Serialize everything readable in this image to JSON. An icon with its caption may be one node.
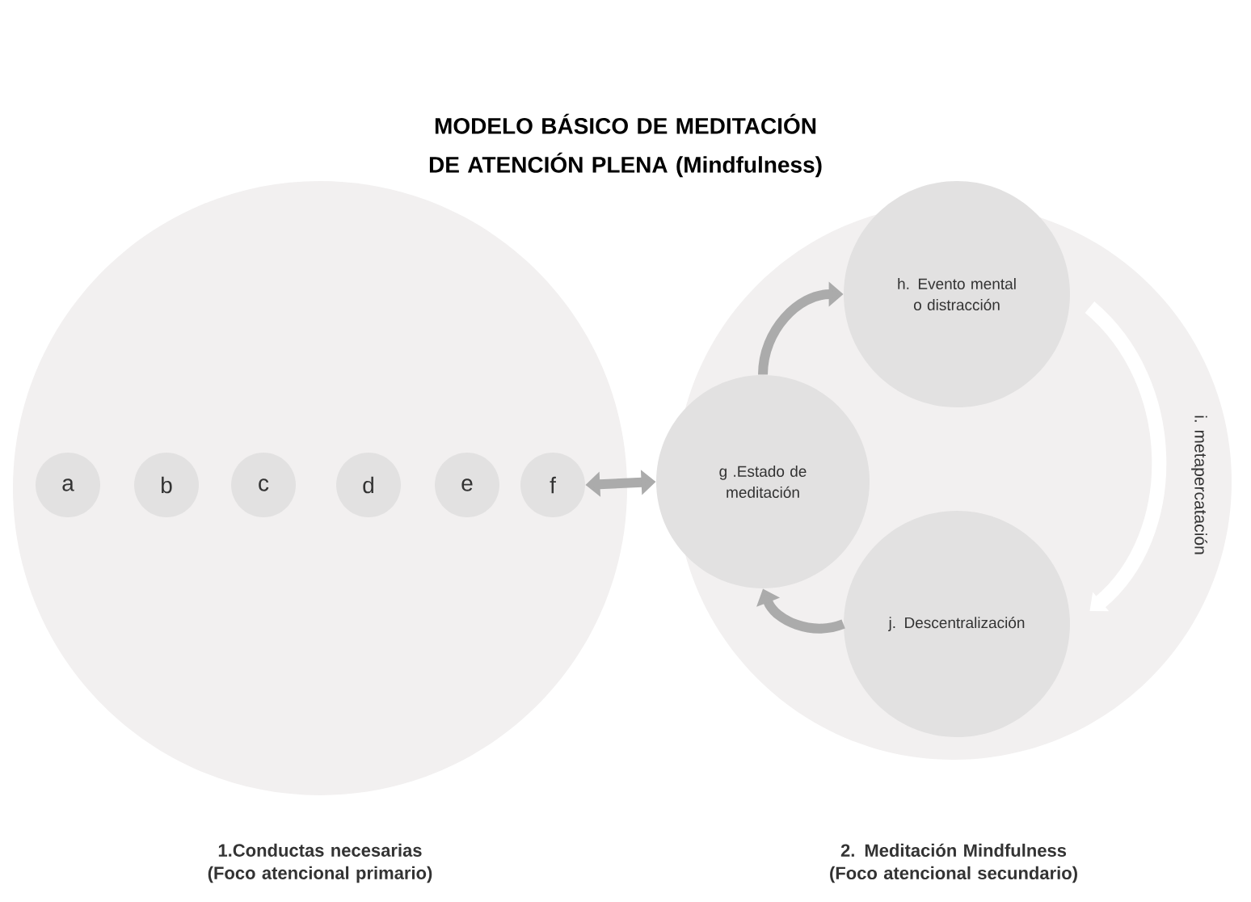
{
  "diagram": {
    "title": "MODELO BÁSICO DE MEDITACIÓN DE ATENCIÓN PLENA (Mindfulness)",
    "nodes": [
      {
        "text": [
          "1.Conductas necesarias (Foco atencional primario)"
        ]
      },
      {
        "text": [
          "a"
        ],
        "in": 0
      },
      {
        "text": [
          "b"
        ],
        "in": 0
      },
      {
        "text": [
          "c"
        ],
        "in": 0
      },
      {
        "text": [
          "d"
        ],
        "in": 0
      },
      {
        "text": [
          "e"
        ],
        "in": 0
      },
      {
        "text": [
          "f"
        ],
        "in": 0
      },
      {
        "text": [
          "2. Meditación Mindfulness (Foco atencional secundario)"
        ]
      },
      {
        "text": [
          "g .Estado de meditación"
        ],
        "in": 7
      },
      {
        "text": [
          "h. Evento mental o distracción"
        ],
        "in": 7
      },
      {
        "text": [
          "j. Descentralización"
        ],
        "in": 7
      }
    ],
    "edges": [
      {
        "from": 6,
        "to": 8,
        "arrow": "both"
      },
      {
        "from": 8,
        "to": 9,
        "arrow": "to"
      },
      {
        "from": 9,
        "to": 10,
        "arrow": "to",
        "label": "i. metapercatación",
        "color": "#ffffff"
      },
      {
        "from": 10,
        "to": 8,
        "arrow": "to"
      }
    ]
  }
}
